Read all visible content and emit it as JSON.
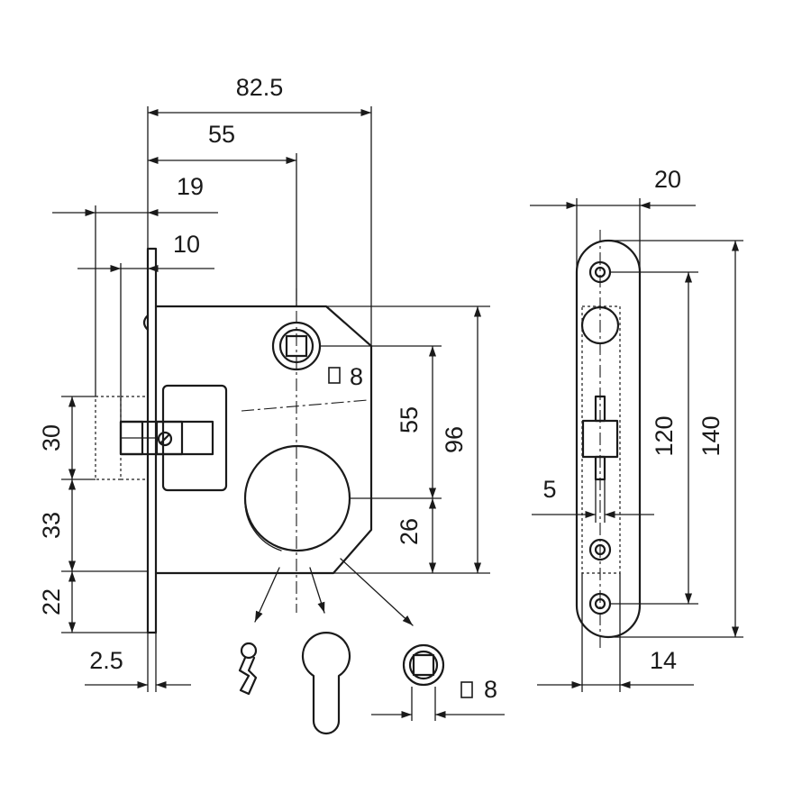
{
  "dimensions": {
    "backset_total": "82.5",
    "backset": "55",
    "latch_projection": "19",
    "faceplate_offset": "10",
    "faceplate_thickness": "2.5",
    "latch_height": "30",
    "latch_to_key": "33",
    "key_to_bottom": "22",
    "spindle_to_key": "55",
    "case_height": "96",
    "key_to_case_bottom": "26",
    "spindle_square": "8",
    "escutcheon_square": "8",
    "faceplate_width": "20",
    "case_width_front": "14",
    "screw_pitch": "120",
    "faceplate_length": "140",
    "latch_slot_width": "5"
  }
}
